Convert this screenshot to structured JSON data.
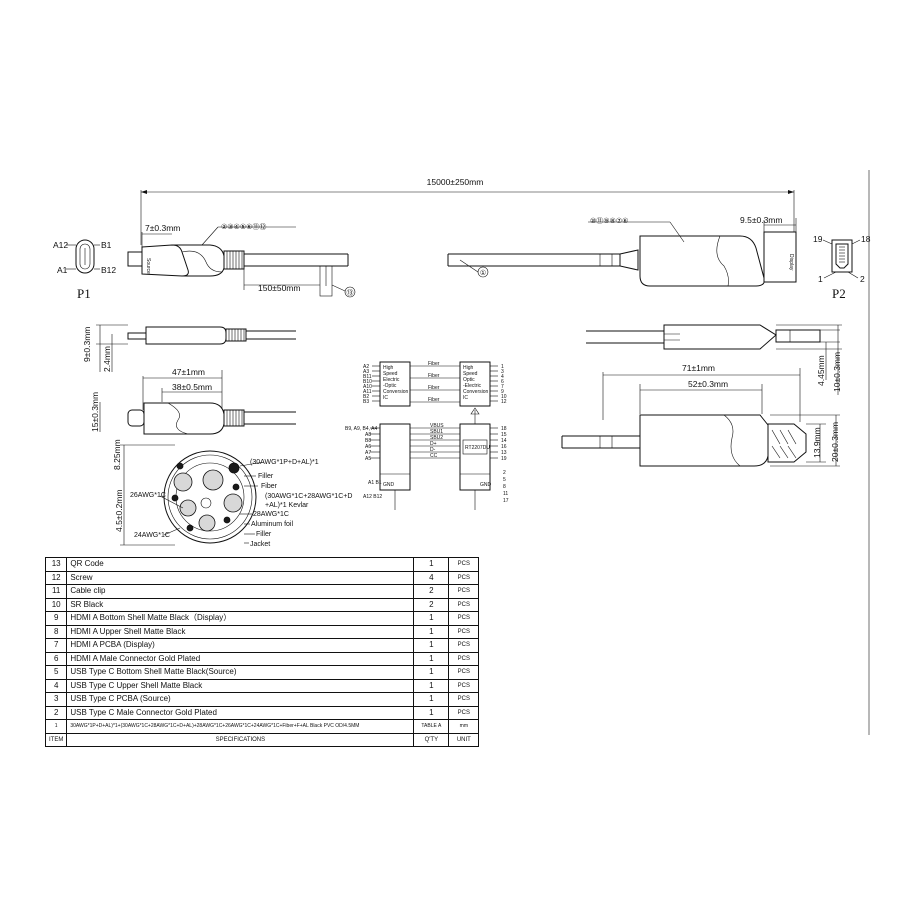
{
  "dimensions": {
    "overall_length": "15000±250mm",
    "usbc_plug_length": "7±0.3mm",
    "hdmi_plug_length": "9.5±0.3mm",
    "clip_distance": "150±50mm",
    "usbc_height": "9±0.3mm",
    "usbc_tip": "2.4mm",
    "usbc_body_len": "47±1mm",
    "usbc_grip_len": "38±0.5mm",
    "usbc_width": "15±0.3mm",
    "hdmi_height": "4.45mm",
    "hdmi_thickness": "10±0.3mm",
    "hdmi_body_len": "71±1mm",
    "hdmi_grip_len": "52±0.3mm",
    "hdmi_plug_width": "13.9mm",
    "hdmi_width": "20±0.3mm",
    "section_a": "8.25mm",
    "section_b": "4.5±0.2mm"
  },
  "callouts": {
    "left_parts": "②③④⑤⑥⑪⑫",
    "right_parts": "⑩⑪⑨⑧⑦⑥",
    "cable": "①",
    "clip": "⑬"
  },
  "ports": {
    "p1": "P1",
    "p2": "P2",
    "a12": "A12",
    "b1": "B1",
    "a1": "A1",
    "b12": "B12",
    "p19": "19",
    "p18": "18",
    "p1pin": "1",
    "p2pin": "2",
    "usbc_brand": "Source",
    "hdmi_brand": "Display"
  },
  "cross_section": {
    "labels": [
      "(30AWG*1P+D+AL)*1",
      "Filler",
      "Fiber",
      "(30AWG*1C+28AWG*1C+D",
      "+AL)*1 Kevlar",
      "28AWG*1C",
      "Aluminum foil",
      "Filler",
      "Jacket"
    ],
    "left_labels": [
      "26AWG*1C",
      "24AWG*1C"
    ]
  },
  "schematic": {
    "left_block": [
      "High",
      "Speed",
      "Electric",
      "-Optic",
      "Conversion",
      "IC"
    ],
    "right_block": [
      "High",
      "Speed",
      "Optic",
      "-Electric",
      "Conversion",
      "IC"
    ],
    "fiber": "Fiber",
    "signals": [
      "VBUS",
      "SBU1",
      "SBU2",
      "D+",
      "D-",
      "CC"
    ],
    "chip": "RT2207DU",
    "gnd": "GND",
    "left_pins_a": [
      "A2",
      "A3",
      "B11",
      "B10",
      "A10",
      "A11",
      "B2",
      "B3"
    ],
    "left_pins_b": [
      "B9, A9, B4, A4",
      "A8",
      "B8",
      "A6",
      "A7",
      "A5"
    ],
    "left_gnd": [
      "A1 B1",
      "A12 B12"
    ],
    "right_pins_a": [
      "1",
      "3",
      "4",
      "6",
      "7",
      "9",
      "10",
      "12"
    ],
    "right_pins_b": [
      "18",
      "15",
      "14",
      "16",
      "13",
      "19"
    ],
    "right_gnd": [
      "2",
      "5",
      "8",
      "11",
      "17"
    ]
  },
  "bom": {
    "rows": [
      {
        "item": "13",
        "spec": "QR Code",
        "qty": "1",
        "unit": "PCS"
      },
      {
        "item": "12",
        "spec": "Screw",
        "qty": "4",
        "unit": "PCS"
      },
      {
        "item": "11",
        "spec": "Cable clip",
        "qty": "2",
        "unit": "PCS"
      },
      {
        "item": "10",
        "spec": "SR Black",
        "qty": "2",
        "unit": "PCS"
      },
      {
        "item": "9",
        "spec": "HDMI A Bottom Shell Matte Black（Display）",
        "qty": "1",
        "unit": "PCS"
      },
      {
        "item": "8",
        "spec": "HDMI A Upper Shell Matte Black",
        "qty": "1",
        "unit": "PCS"
      },
      {
        "item": "7",
        "spec": "HDMI A  PCBA (Display)",
        "qty": "1",
        "unit": "PCS"
      },
      {
        "item": "6",
        "spec": "HDMI A Male Connector Gold Plated",
        "qty": "1",
        "unit": "PCS"
      },
      {
        "item": "5",
        "spec": "USB Type C Bottom Shell Matte Black(Source)",
        "qty": "1",
        "unit": "PCS"
      },
      {
        "item": "4",
        "spec": "USB Type C Upper Shell Matte Black",
        "qty": "1",
        "unit": "PCS"
      },
      {
        "item": "3",
        "spec": "USB Type C  PCBA (Source)",
        "qty": "1",
        "unit": "PCS"
      },
      {
        "item": "2",
        "spec": "USB Type C Male Connector Gold Plated",
        "qty": "1",
        "unit": "PCS"
      }
    ],
    "cable_row": {
      "item": "1",
      "spec": "30AWG*1P+D+AL)*1+(30AWG*1C+28AWG*1C+D+AL)+28AWG*1C+26AWG*1C+24AWG*1C+Fiber+F+AL Black PVC OD/4.5MM",
      "qty": "TABLE A",
      "unit": "mm"
    },
    "header": {
      "item": "ITEM",
      "spec": "SPECIFICATIONS",
      "qty": "Q'TY",
      "unit": "UNIT"
    }
  }
}
